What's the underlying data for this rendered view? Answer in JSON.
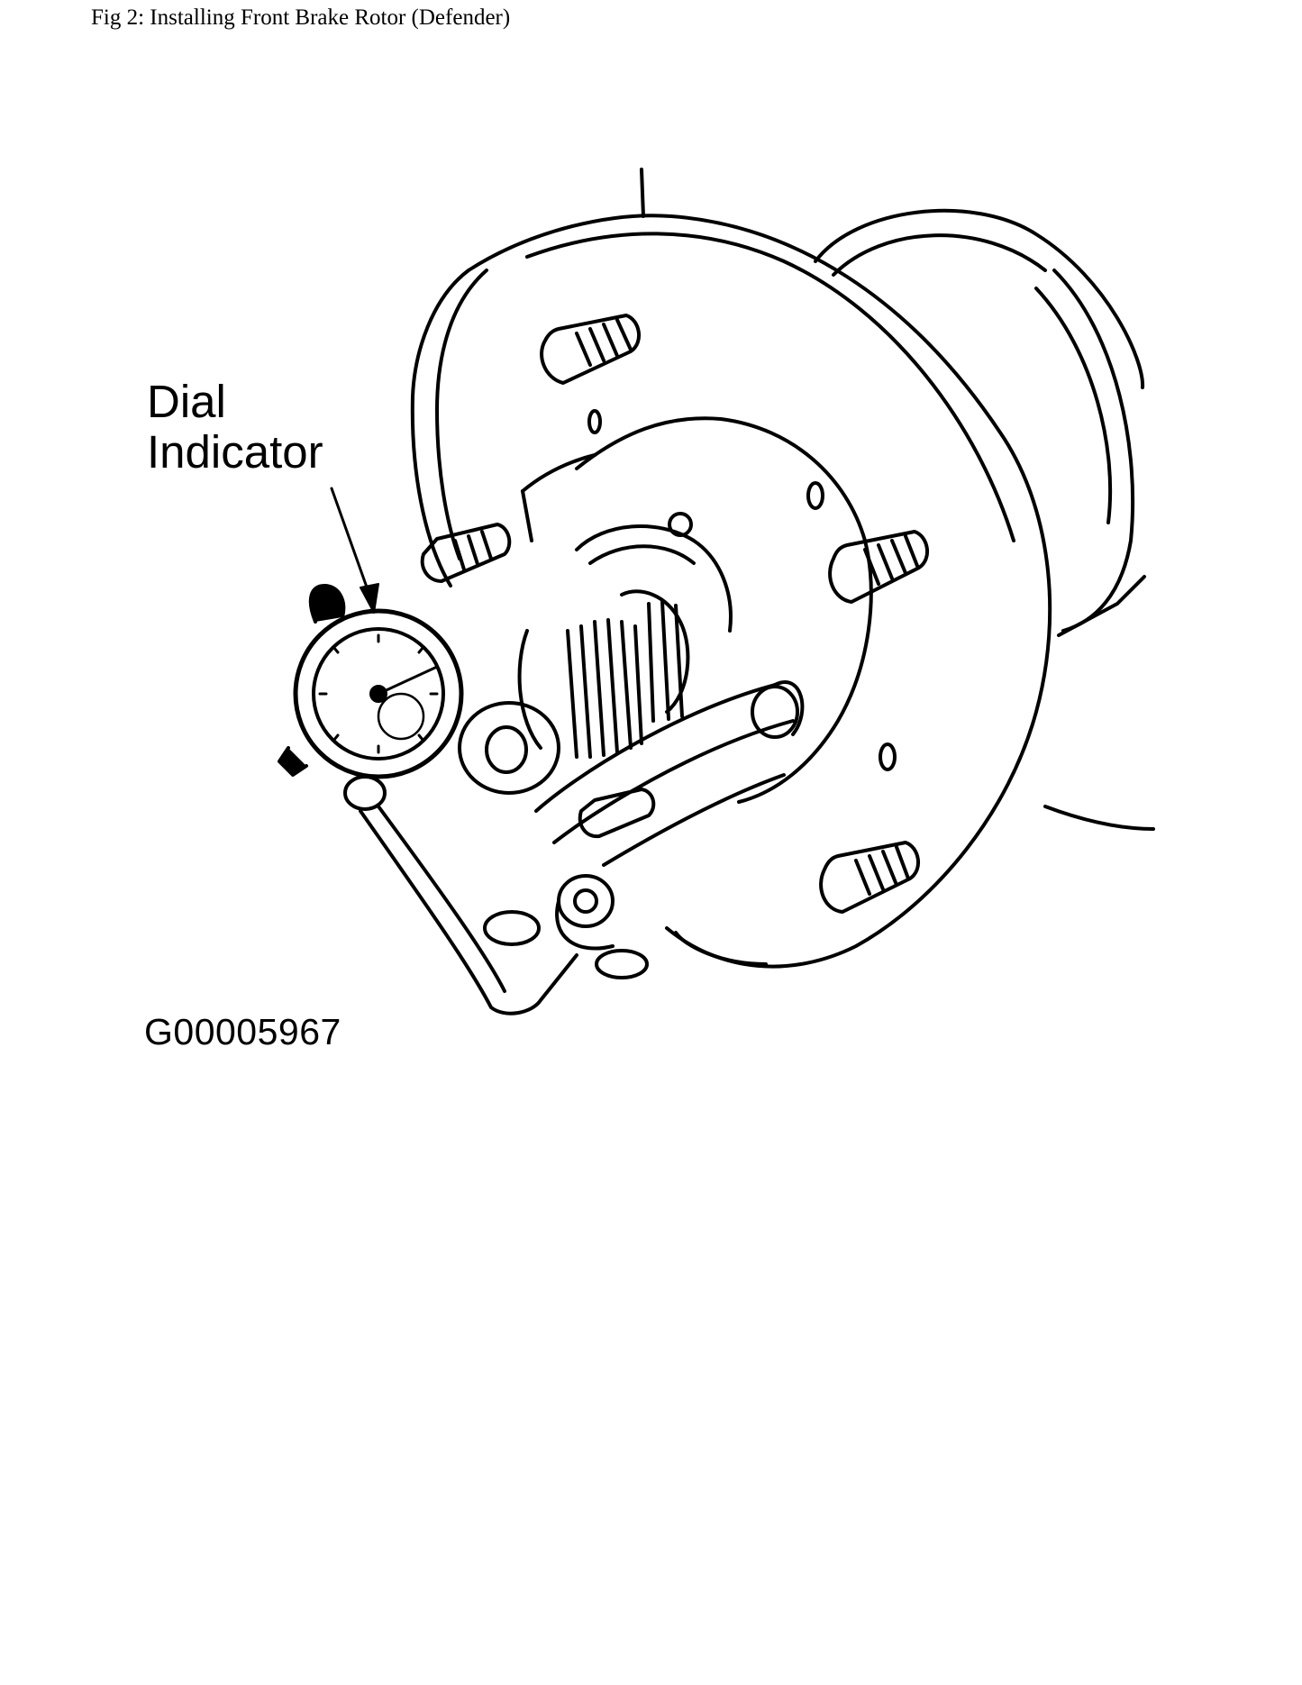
{
  "figure": {
    "caption": "Fig 2: Installing Front Brake Rotor (Defender)",
    "callout": {
      "line1": "Dial",
      "line2": "Indicator"
    },
    "figure_id": "G00005967"
  },
  "colors": {
    "ink": "#000000",
    "paper": "#ffffff"
  },
  "icons": {
    "illustration": "brake-rotor-with-dial-indicator-drawing"
  }
}
